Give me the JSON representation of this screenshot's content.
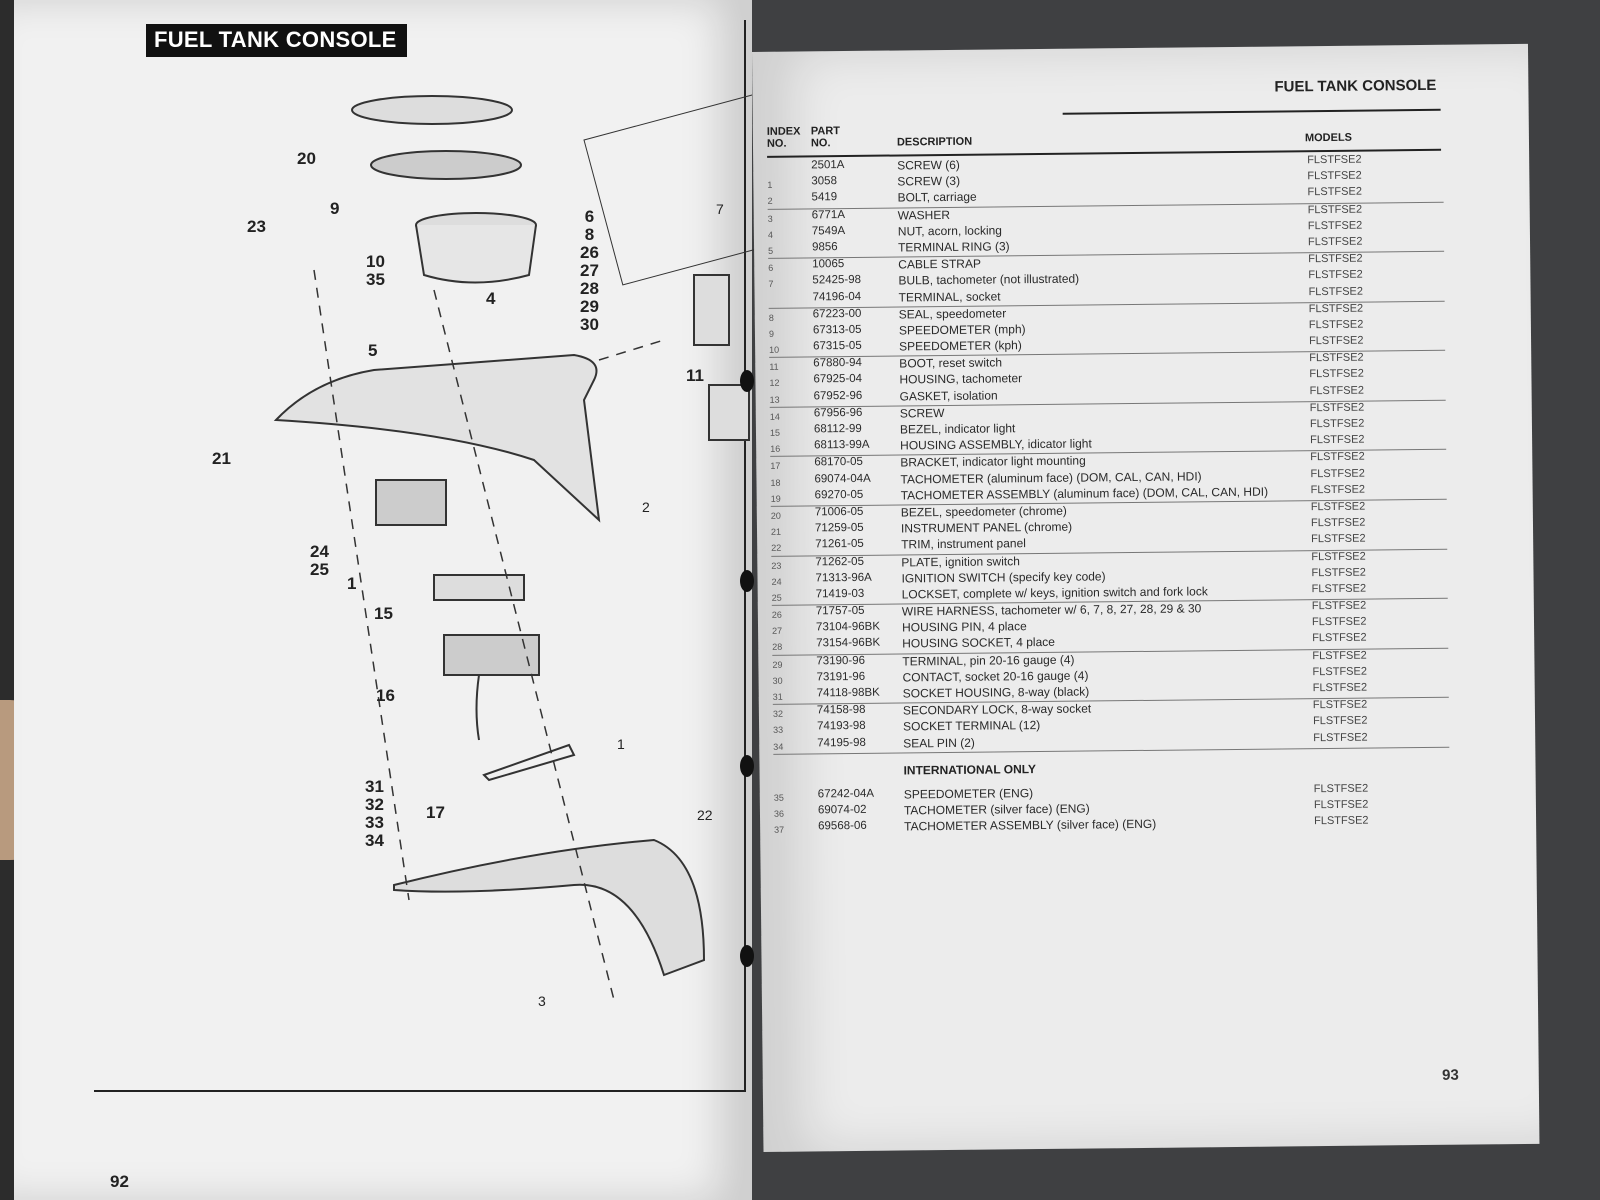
{
  "left_page": {
    "title": "FUEL TANK CONSOLE",
    "page_number": "92",
    "callouts": [
      "20",
      "9",
      "23",
      "10\n35",
      "6\n8\n26\n27\n28\n29\n30",
      "7",
      "4",
      "5",
      "11",
      "21",
      "2",
      "24\n25",
      "1",
      "15",
      "16",
      "31\n32\n33\n34",
      "17",
      "1",
      "22",
      "3"
    ]
  },
  "right_page": {
    "title": "FUEL TANK CONSOLE",
    "page_number": "93",
    "headers": {
      "index": "INDEX NO.",
      "part": "PART NO.",
      "description": "DESCRIPTION",
      "models": "MODELS"
    },
    "rows": [
      {
        "index": "",
        "part": "2501A",
        "description": "SCREW (6)",
        "model": "FLSTFSE2"
      },
      {
        "index": "1",
        "part": "3058",
        "description": "SCREW (3)",
        "model": "FLSTFSE2"
      },
      {
        "index": "2",
        "part": "5419",
        "description": "BOLT, carriage",
        "model": "FLSTFSE2"
      },
      {
        "index": "3",
        "part": "6771A",
        "description": "WASHER",
        "model": "FLSTFSE2"
      },
      {
        "index": "4",
        "part": "7549A",
        "description": "NUT, acorn, locking",
        "model": "FLSTFSE2"
      },
      {
        "index": "5",
        "part": "9856",
        "description": "TERMINAL RING (3)",
        "model": "FLSTFSE2"
      },
      {
        "index": "6",
        "part": "10065",
        "description": "CABLE STRAP",
        "model": "FLSTFSE2"
      },
      {
        "index": "7",
        "part": "52425-98",
        "description": "BULB, tachometer (not illustrated)",
        "model": "FLSTFSE2"
      },
      {
        "index": "",
        "part": "74196-04",
        "description": "TERMINAL, socket",
        "model": "FLSTFSE2"
      },
      {
        "index": "8",
        "part": "67223-00",
        "description": "SEAL, speedometer",
        "model": "FLSTFSE2"
      },
      {
        "index": "9",
        "part": "67313-05",
        "description": "SPEEDOMETER (mph)",
        "model": "FLSTFSE2"
      },
      {
        "index": "10",
        "part": "67315-05",
        "description": "SPEEDOMETER (kph)",
        "model": "FLSTFSE2"
      },
      {
        "index": "11",
        "part": "67880-94",
        "description": "BOOT, reset switch",
        "model": "FLSTFSE2"
      },
      {
        "index": "12",
        "part": "67925-04",
        "description": "HOUSING, tachometer",
        "model": "FLSTFSE2"
      },
      {
        "index": "13",
        "part": "67952-96",
        "description": "GASKET, isolation",
        "model": "FLSTFSE2"
      },
      {
        "index": "14",
        "part": "67956-96",
        "description": "SCREW",
        "model": "FLSTFSE2"
      },
      {
        "index": "15",
        "part": "68112-99",
        "description": "BEZEL, indicator light",
        "model": "FLSTFSE2"
      },
      {
        "index": "16",
        "part": "68113-99A",
        "description": "HOUSING ASSEMBLY, idicator light",
        "model": "FLSTFSE2"
      },
      {
        "index": "17",
        "part": "68170-05",
        "description": "BRACKET, indicator light mounting",
        "model": "FLSTFSE2"
      },
      {
        "index": "18",
        "part": "69074-04A",
        "description": "TACHOMETER (aluminum face) (DOM, CAL, CAN, HDI)",
        "model": "FLSTFSE2"
      },
      {
        "index": "19",
        "part": "69270-05",
        "description": "TACHOMETER ASSEMBLY (aluminum face) (DOM, CAL, CAN, HDI)",
        "model": "FLSTFSE2"
      },
      {
        "index": "20",
        "part": "71006-05",
        "description": "BEZEL, speedometer (chrome)",
        "model": "FLSTFSE2"
      },
      {
        "index": "21",
        "part": "71259-05",
        "description": "INSTRUMENT PANEL (chrome)",
        "model": "FLSTFSE2"
      },
      {
        "index": "22",
        "part": "71261-05",
        "description": "TRIM, instrument panel",
        "model": "FLSTFSE2"
      },
      {
        "index": "23",
        "part": "71262-05",
        "description": "PLATE, ignition switch",
        "model": "FLSTFSE2"
      },
      {
        "index": "24",
        "part": "71313-96A",
        "description": "IGNITION SWITCH (specify key code)",
        "model": "FLSTFSE2"
      },
      {
        "index": "25",
        "part": "71419-03",
        "description": "LOCKSET, complete w/ keys, ignition switch and fork lock",
        "model": "FLSTFSE2"
      },
      {
        "index": "26",
        "part": "71757-05",
        "description": "WIRE HARNESS, tachometer w/ 6, 7, 8, 27, 28, 29 & 30",
        "model": "FLSTFSE2"
      },
      {
        "index": "27",
        "part": "73104-96BK",
        "description": "HOUSING PIN, 4 place",
        "model": "FLSTFSE2"
      },
      {
        "index": "28",
        "part": "73154-96BK",
        "description": "HOUSING SOCKET, 4 place",
        "model": "FLSTFSE2"
      },
      {
        "index": "29",
        "part": "73190-96",
        "description": "TERMINAL, pin 20-16 gauge (4)",
        "model": "FLSTFSE2"
      },
      {
        "index": "30",
        "part": "73191-96",
        "description": "CONTACT, socket 20-16 gauge (4)",
        "model": "FLSTFSE2"
      },
      {
        "index": "31",
        "part": "74118-98BK",
        "description": "SOCKET HOUSING, 8-way (black)",
        "model": "FLSTFSE2"
      },
      {
        "index": "32",
        "part": "74158-98",
        "description": "SECONDARY LOCK, 8-way socket",
        "model": "FLSTFSE2"
      },
      {
        "index": "33",
        "part": "74193-98",
        "description": "SOCKET TERMINAL (12)",
        "model": "FLSTFSE2"
      },
      {
        "index": "34",
        "part": "74195-98",
        "description": "SEAL PIN (2)",
        "model": "FLSTFSE2"
      }
    ],
    "international_label": "INTERNATIONAL ONLY",
    "international_rows": [
      {
        "index": "35",
        "part": "67242-04A",
        "description": "SPEEDOMETER (ENG)",
        "model": "FLSTFSE2"
      },
      {
        "index": "36",
        "part": "69074-02",
        "description": "TACHOMETER (silver face) (ENG)",
        "model": "FLSTFSE2"
      },
      {
        "index": "37",
        "part": "69568-06",
        "description": "TACHOMETER ASSEMBLY (silver face) (ENG)",
        "model": "FLSTFSE2"
      }
    ]
  }
}
